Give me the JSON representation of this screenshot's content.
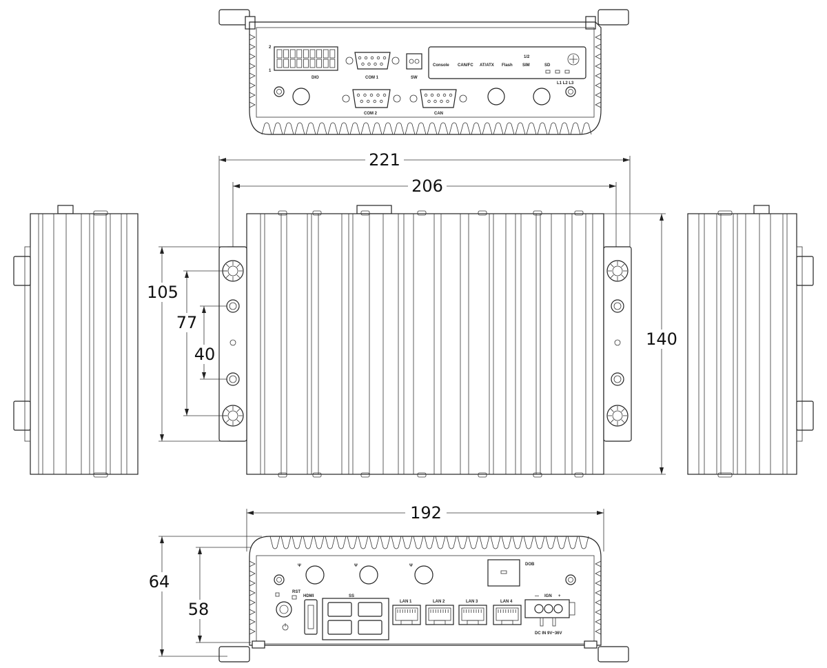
{
  "dimensions": {
    "width_total": "221",
    "width_inner": "206",
    "height_side": "140",
    "mount_outer": "105",
    "mount_mid": "77",
    "mount_inner": "40",
    "front_width": "192",
    "front_height_total": "64",
    "front_height_inner": "58"
  },
  "top_panel_labels": {
    "dio": "DIO",
    "dio_pin_top": "2",
    "dio_pin_bottom": "1",
    "com1": "COM 1",
    "com2": "COM 2",
    "sw": "SW",
    "can": "CAN",
    "console": "Console",
    "canfc": "CAN/FC",
    "atat": "AT/ATX",
    "flash": "Flash",
    "sim": "SIM",
    "sim_num": "1/2",
    "sd": "SD",
    "leds": "L1  L2  L3"
  },
  "front_panel_labels": {
    "rst": "RST",
    "hdmi": "HDMI",
    "usb": "SS",
    "lan1": "LAN 1",
    "lan2": "LAN 2",
    "lan3": "LAN 3",
    "lan4": "LAN 4",
    "dob": "DOB",
    "ign": "IGN",
    "minus": "—",
    "plus": "+",
    "dcin": "DC IN 9V~36V"
  },
  "colors": {
    "line": "#222222",
    "background": "#ffffff"
  }
}
